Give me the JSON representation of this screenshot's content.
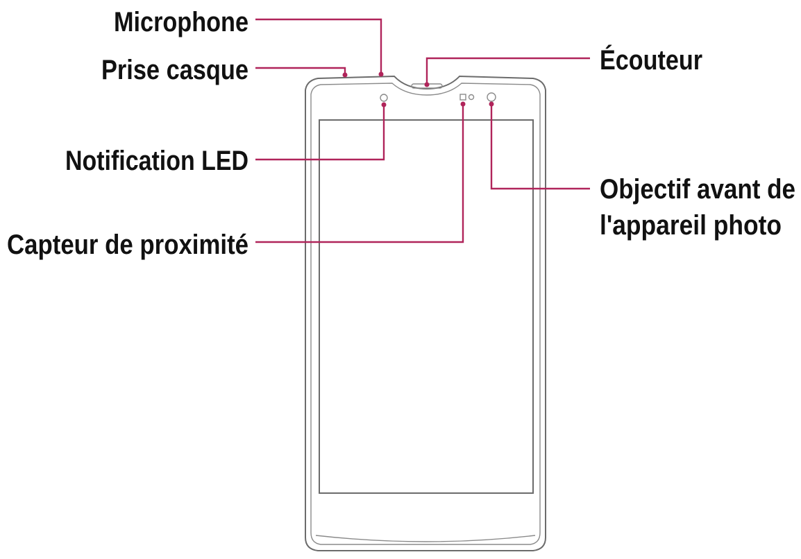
{
  "labels": {
    "microphone": "Microphone",
    "headset_jack": "Prise casque",
    "notification_led": "Notification LED",
    "proximity_sensor": "Capteur de proximité",
    "earpiece": "Écouteur",
    "front_camera_line1": "Objectif avant de",
    "front_camera_line2": "l'appareil photo"
  },
  "colors": {
    "callout": "#b0245a",
    "outline": "#6b6b6b",
    "text": "#111111",
    "background": "#ffffff"
  }
}
